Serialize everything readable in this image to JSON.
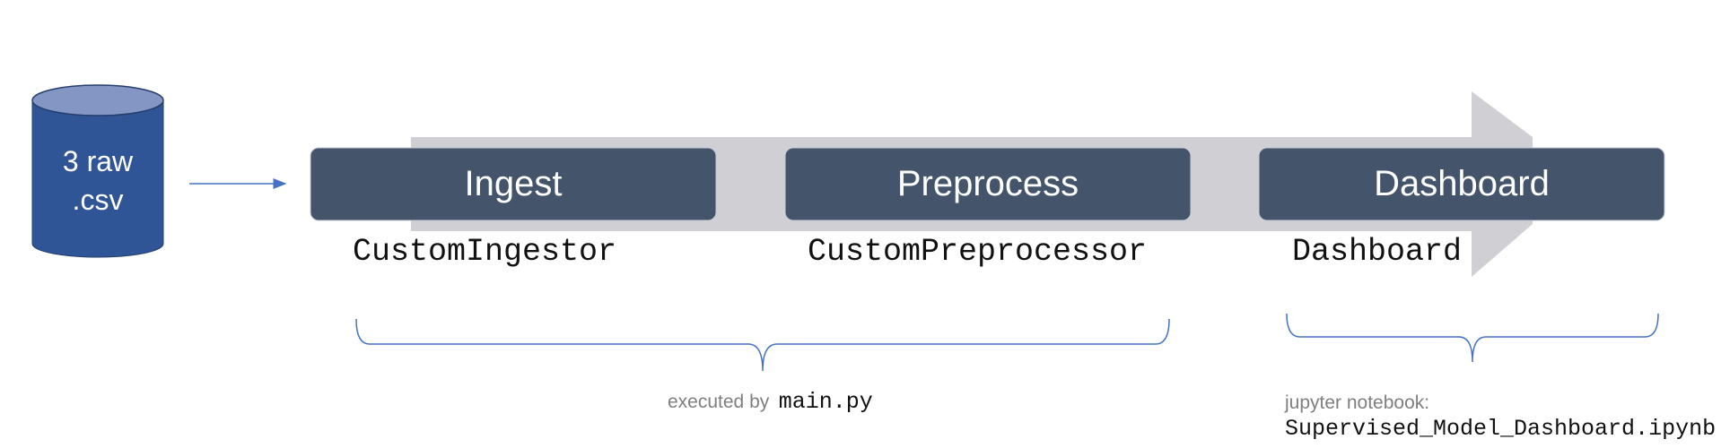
{
  "source": {
    "line1": "3 raw",
    "line2": ".csv",
    "icon": "database-cylinder-icon"
  },
  "stages": [
    {
      "label": "Ingest",
      "class_name": "CustomIngestor"
    },
    {
      "label": "Preprocess",
      "class_name": "CustomPreprocessor"
    },
    {
      "label": "Dashboard",
      "class_name": "Dashboard"
    }
  ],
  "groups": [
    {
      "prefix": "executed by",
      "file": "main.py"
    },
    {
      "prefix": "jupyter notebook:",
      "file": "Supervised_Model_Dashboard.ipynb"
    }
  ],
  "colors": {
    "cylinder_body": "#2f5597",
    "cylinder_top": "#8497c4",
    "stage_box": "#44546a",
    "big_arrow": "#d0d0d4",
    "connector": "#4472c4",
    "brace": "#4472c4"
  }
}
